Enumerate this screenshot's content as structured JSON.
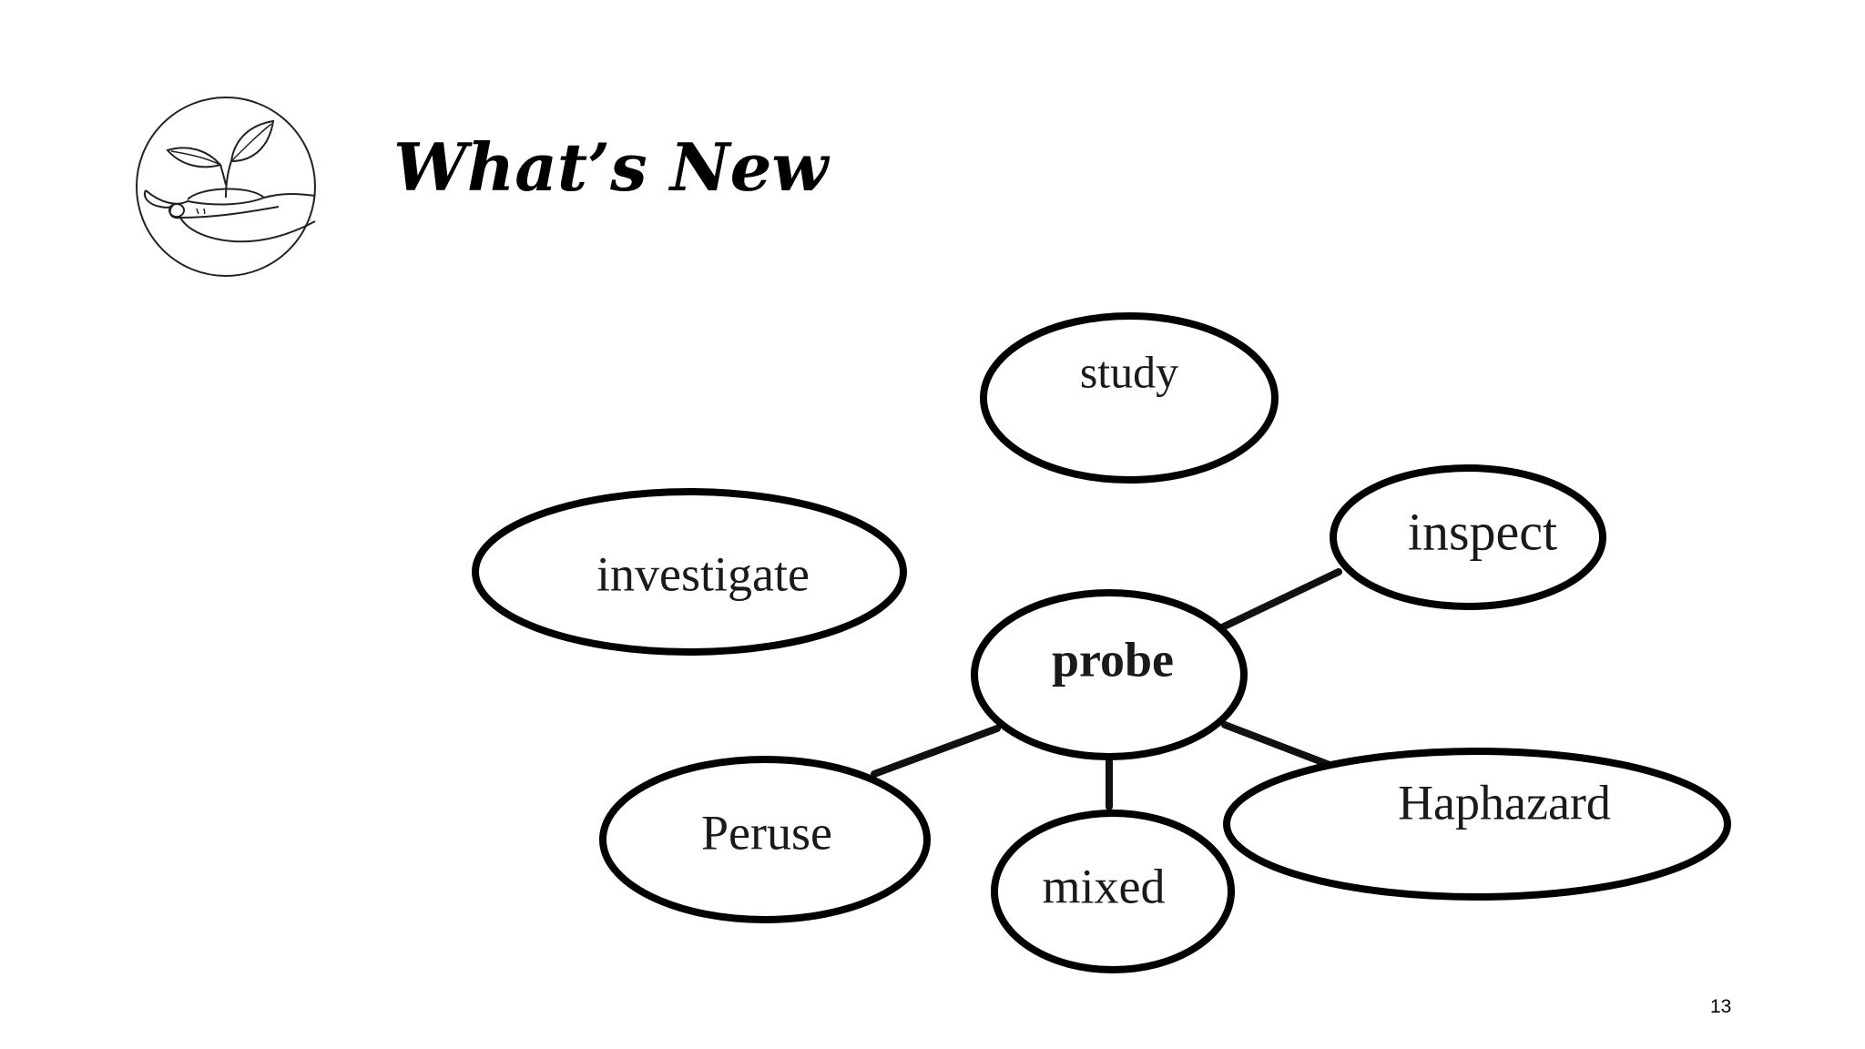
{
  "slide": {
    "title": "What’s New",
    "page_number": "13"
  },
  "logo": {
    "icon": "hand-holding-sprout-icon"
  },
  "diagram": {
    "center": {
      "label": "probe"
    },
    "nodes": [
      {
        "id": "study",
        "label": "study",
        "connected": false
      },
      {
        "id": "investigate",
        "label": "investigate",
        "connected": false
      },
      {
        "id": "inspect",
        "label": "inspect",
        "connected": true
      },
      {
        "id": "peruse",
        "label": "Peruse",
        "connected": true
      },
      {
        "id": "mixed",
        "label": "mixed",
        "connected": true
      },
      {
        "id": "haphazard",
        "label": "Haphazard",
        "connected": true
      }
    ]
  }
}
